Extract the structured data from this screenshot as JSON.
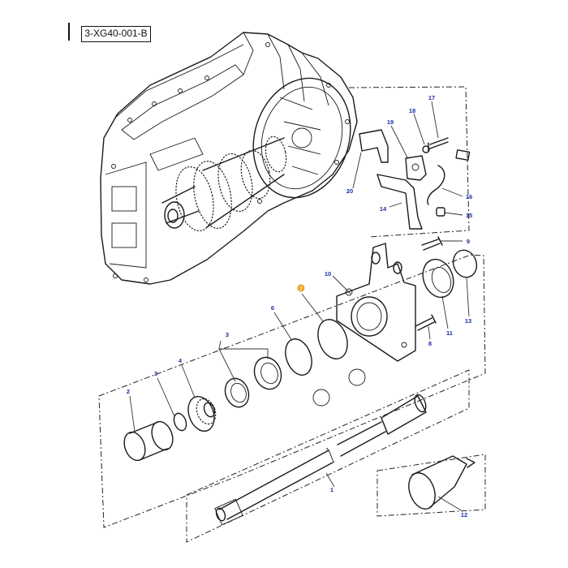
{
  "reference_code": "3-XG40-001-B",
  "callouts": [
    {
      "id": "c1",
      "label": "1"
    },
    {
      "id": "c2",
      "label": "2"
    },
    {
      "id": "c3a",
      "label": "3"
    },
    {
      "id": "c3b",
      "label": "3"
    },
    {
      "id": "c4",
      "label": "4"
    },
    {
      "id": "c6",
      "label": "6"
    },
    {
      "id": "c7",
      "label": "7",
      "highlighted": true
    },
    {
      "id": "c8",
      "label": "8"
    },
    {
      "id": "c9",
      "label": "9"
    },
    {
      "id": "c10",
      "label": "10"
    },
    {
      "id": "c11",
      "label": "11"
    },
    {
      "id": "c12",
      "label": "12"
    },
    {
      "id": "c13",
      "label": "13"
    },
    {
      "id": "c14",
      "label": "14"
    },
    {
      "id": "c15",
      "label": "15"
    },
    {
      "id": "c16",
      "label": "16"
    },
    {
      "id": "c17",
      "label": "17"
    },
    {
      "id": "c18",
      "label": "18"
    },
    {
      "id": "c19",
      "label": "19"
    },
    {
      "id": "c20",
      "label": "20"
    }
  ],
  "colors": {
    "callout_text": "#1b2fa8",
    "highlight_badge": "#f0a01e",
    "line": "#1a1a1a"
  }
}
